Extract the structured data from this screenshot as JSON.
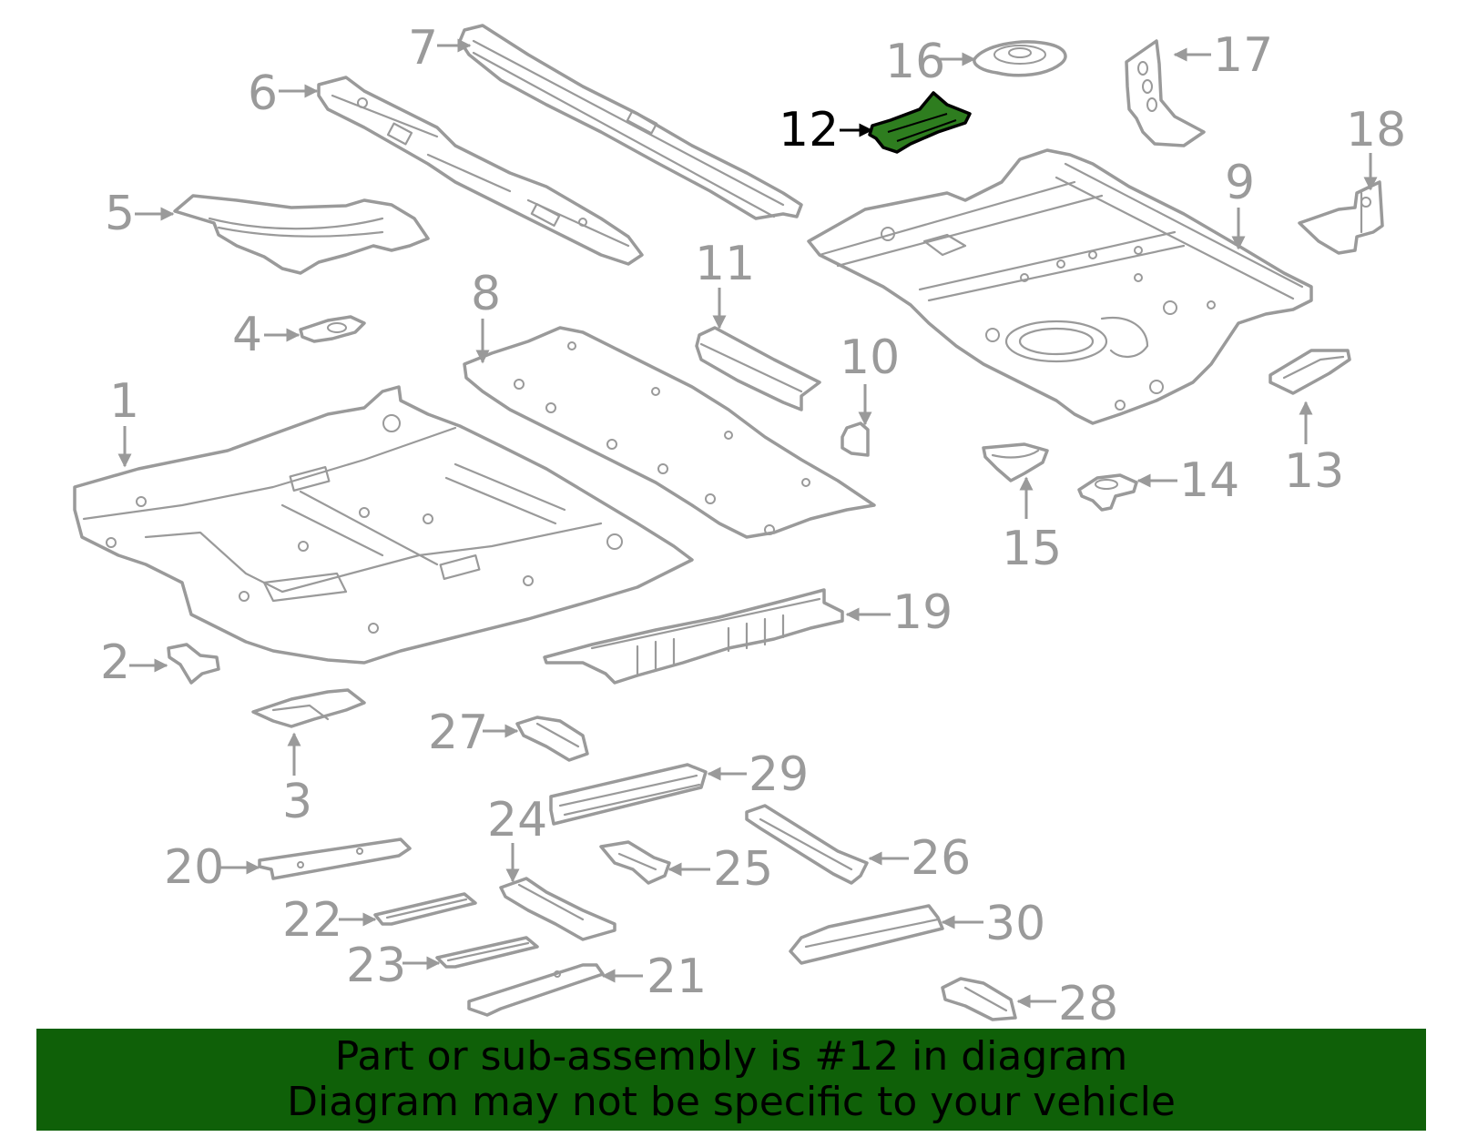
{
  "diagram": {
    "highlighted_part": "12",
    "callouts": [
      "1",
      "2",
      "3",
      "4",
      "5",
      "6",
      "7",
      "8",
      "9",
      "10",
      "11",
      "12",
      "13",
      "14",
      "15",
      "16",
      "17",
      "18",
      "19",
      "20",
      "21",
      "22",
      "23",
      "24",
      "25",
      "26",
      "27",
      "28",
      "29",
      "30"
    ],
    "colors": {
      "line": "#9a9a9a",
      "highlight_fill": "#2e7d1f",
      "banner": "#0f6008"
    }
  },
  "banner": {
    "line1": "Part or sub-assembly is #12 in diagram",
    "line2": "Diagram may not be specific to your vehicle"
  }
}
